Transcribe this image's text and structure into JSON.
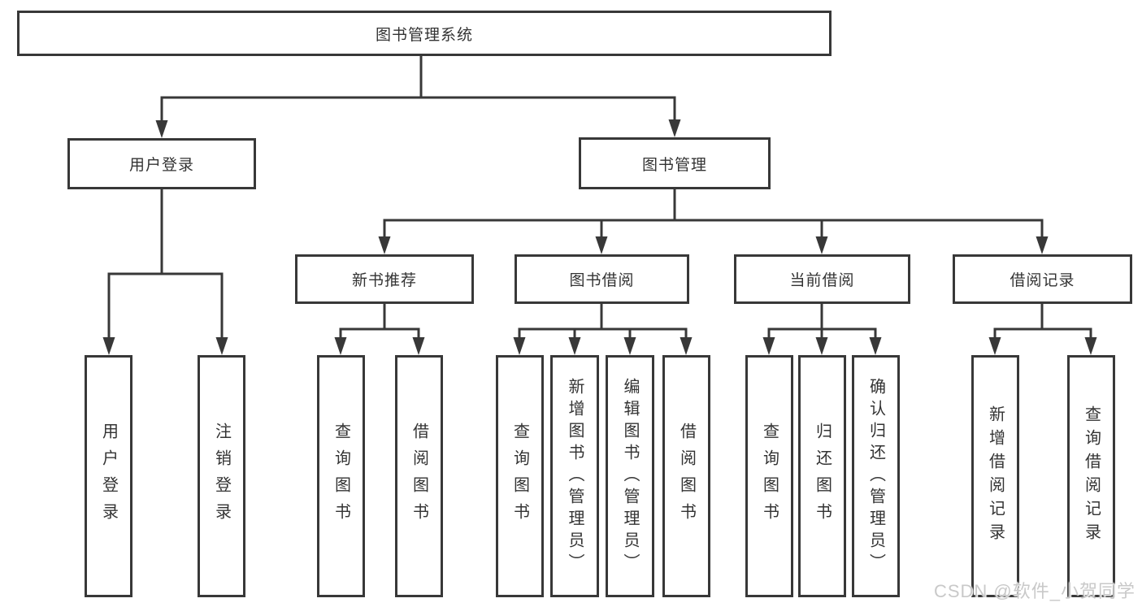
{
  "diagram": {
    "watermark": "CSDN @软件_小贺同学",
    "colors": {
      "line": "#383838",
      "text": "#333333",
      "background": "#ffffff",
      "watermark": "#c9c9c9"
    },
    "root": {
      "label": "图书管理系统"
    },
    "branches": [
      {
        "label": "用户登录",
        "children": [
          {
            "label": "用户登录"
          },
          {
            "label": "注销登录"
          }
        ]
      },
      {
        "label": "图书管理",
        "children": [
          {
            "label": "新书推荐",
            "children": [
              {
                "label": "查询图书"
              },
              {
                "label": "借阅图书"
              }
            ]
          },
          {
            "label": "图书借阅",
            "children": [
              {
                "label": "查询图书"
              },
              {
                "label": "新增图书（管理员）"
              },
              {
                "label": "编辑图书（管理员）"
              },
              {
                "label": "借阅图书"
              }
            ]
          },
          {
            "label": "当前借阅",
            "children": [
              {
                "label": "查询图书"
              },
              {
                "label": "归还图书"
              },
              {
                "label": "确认归还（管理员）"
              }
            ]
          },
          {
            "label": "借阅记录",
            "children": [
              {
                "label": "新增借阅记录"
              },
              {
                "label": "查询借阅记录"
              }
            ]
          }
        ]
      }
    ]
  }
}
